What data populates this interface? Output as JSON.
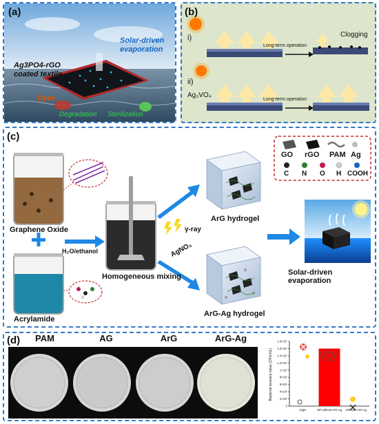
{
  "panel_a": {
    "label": "(a)",
    "textile_label": "Ag3PO4-rGO coated textile",
    "solar_label": "Solar-driven evaporation",
    "dyes": "Dyes",
    "degradation": "Degradation",
    "sterilization": "Sterilization"
  },
  "panel_b": {
    "label": "(b)",
    "row1_num": "i)",
    "row2_num": "ii)",
    "arrow_text": "Long-term operation",
    "clogging": "Clogging",
    "material": "Ag₃VO₄"
  },
  "panel_c": {
    "label": "(c)",
    "legend": [
      {
        "name": "GO"
      },
      {
        "name": "rGO"
      },
      {
        "name": "PAM"
      },
      {
        "name": "Ag"
      },
      {
        "name": "C",
        "color": "#222222"
      },
      {
        "name": "N",
        "color": "#2e7d32"
      },
      {
        "name": "O",
        "color": "#c2185b"
      },
      {
        "name": "H",
        "color": "#cccccc"
      },
      {
        "name": "COOH",
        "color": "#1565c0"
      }
    ],
    "graphene_oxide": "Graphene Oxide",
    "plus": "+",
    "acrylamide": "Acrylamide",
    "solvent": "H₂O/ethanol",
    "mixing": "Homogeneous mixing",
    "gamma": "γ-ray",
    "agno3": "AgNO₃",
    "arg_hydrogel": "ArG hydrogel",
    "arg_ag_hydrogel": "ArG-Ag hydrogel",
    "solar": "Solar-driven evaporation"
  },
  "panel_d": {
    "label": "(d)",
    "dishes": [
      "PAM",
      "AG",
      "ArG",
      "ArG-Ag"
    ],
    "chart_data": {
      "type": "bar",
      "categories": [
        "origin",
        "24h without ArG-Ag",
        "24h with ArG-Ag"
      ],
      "values": [
        0,
        16000000.0,
        0
      ],
      "ylabel": "Bacterial recovery value (CFU/mL)",
      "ylim": [
        0,
        18000000.0
      ],
      "yticks": [
        "0",
        "2×10⁶",
        "4×10⁶",
        "6×10⁶",
        "8×10⁶",
        "1×10⁷",
        "1.2×10⁷",
        "1.4×10⁷",
        "1.6×10⁷",
        "1.8×10⁷"
      ],
      "bar_color": "#ff0000"
    }
  }
}
